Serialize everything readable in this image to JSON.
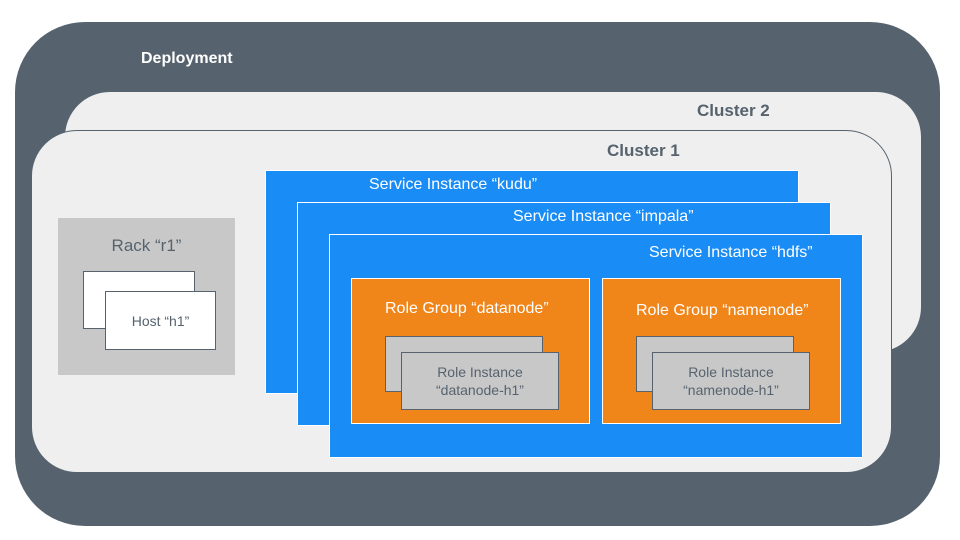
{
  "deployment": {
    "label": "Deployment"
  },
  "cluster2": {
    "label": "Cluster 2"
  },
  "cluster1": {
    "label": "Cluster 1"
  },
  "rack": {
    "label": "Rack “r1”",
    "host_label": "Host “h1”"
  },
  "services": {
    "kudu": "Service Instance “kudu”",
    "impala": "Service Instance “impala”",
    "hdfs": "Service Instance “hdfs”"
  },
  "role_groups": {
    "datanode": {
      "label": "Role Group “datanode”",
      "instance_line1": "Role Instance",
      "instance_line2": "“datanode-h1”"
    },
    "namenode": {
      "label": "Role Group “namenode”",
      "instance_line1": "Role Instance",
      "instance_line2": "“namenode-h1”"
    }
  },
  "colors": {
    "deployment": "#56636e",
    "cluster": "#efefef",
    "service": "#1a8cf5",
    "role_group": "#f0851a",
    "rack": "#c8c8c8"
  }
}
